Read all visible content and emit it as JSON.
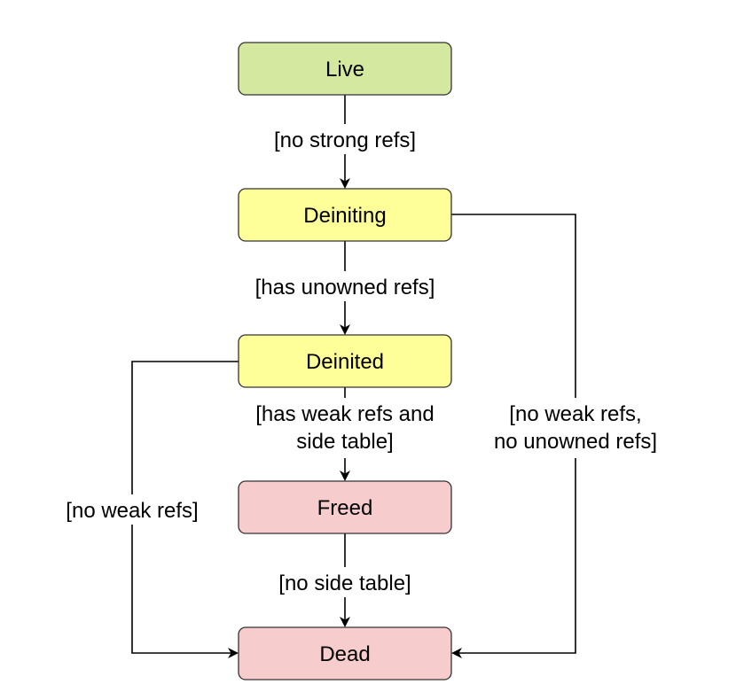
{
  "diagram": {
    "nodes": {
      "live": {
        "label": "Live",
        "fill": "#d5e8a0"
      },
      "deiniting": {
        "label": "Deiniting",
        "fill": "#ffff99"
      },
      "deinited": {
        "label": "Deinited",
        "fill": "#ffff99"
      },
      "freed": {
        "label": "Freed",
        "fill": "#f7cccc"
      },
      "dead": {
        "label": "Dead",
        "fill": "#f7cccc"
      }
    },
    "edges": {
      "live_to_deiniting": {
        "label": "[no strong refs]"
      },
      "deiniting_to_deinited": {
        "label": "[has unowned refs]"
      },
      "deinited_to_freed": {
        "label_line1": "[has weak refs and",
        "label_line2": "side table]"
      },
      "freed_to_dead": {
        "label": "[no side table]"
      },
      "deinited_to_dead": {
        "label": "[no weak refs]"
      },
      "deiniting_to_dead": {
        "label_line1": "[no weak refs,",
        "label_line2": "no unowned refs]"
      }
    },
    "colors": {
      "stroke": "#333333",
      "edge": "#000000"
    }
  }
}
